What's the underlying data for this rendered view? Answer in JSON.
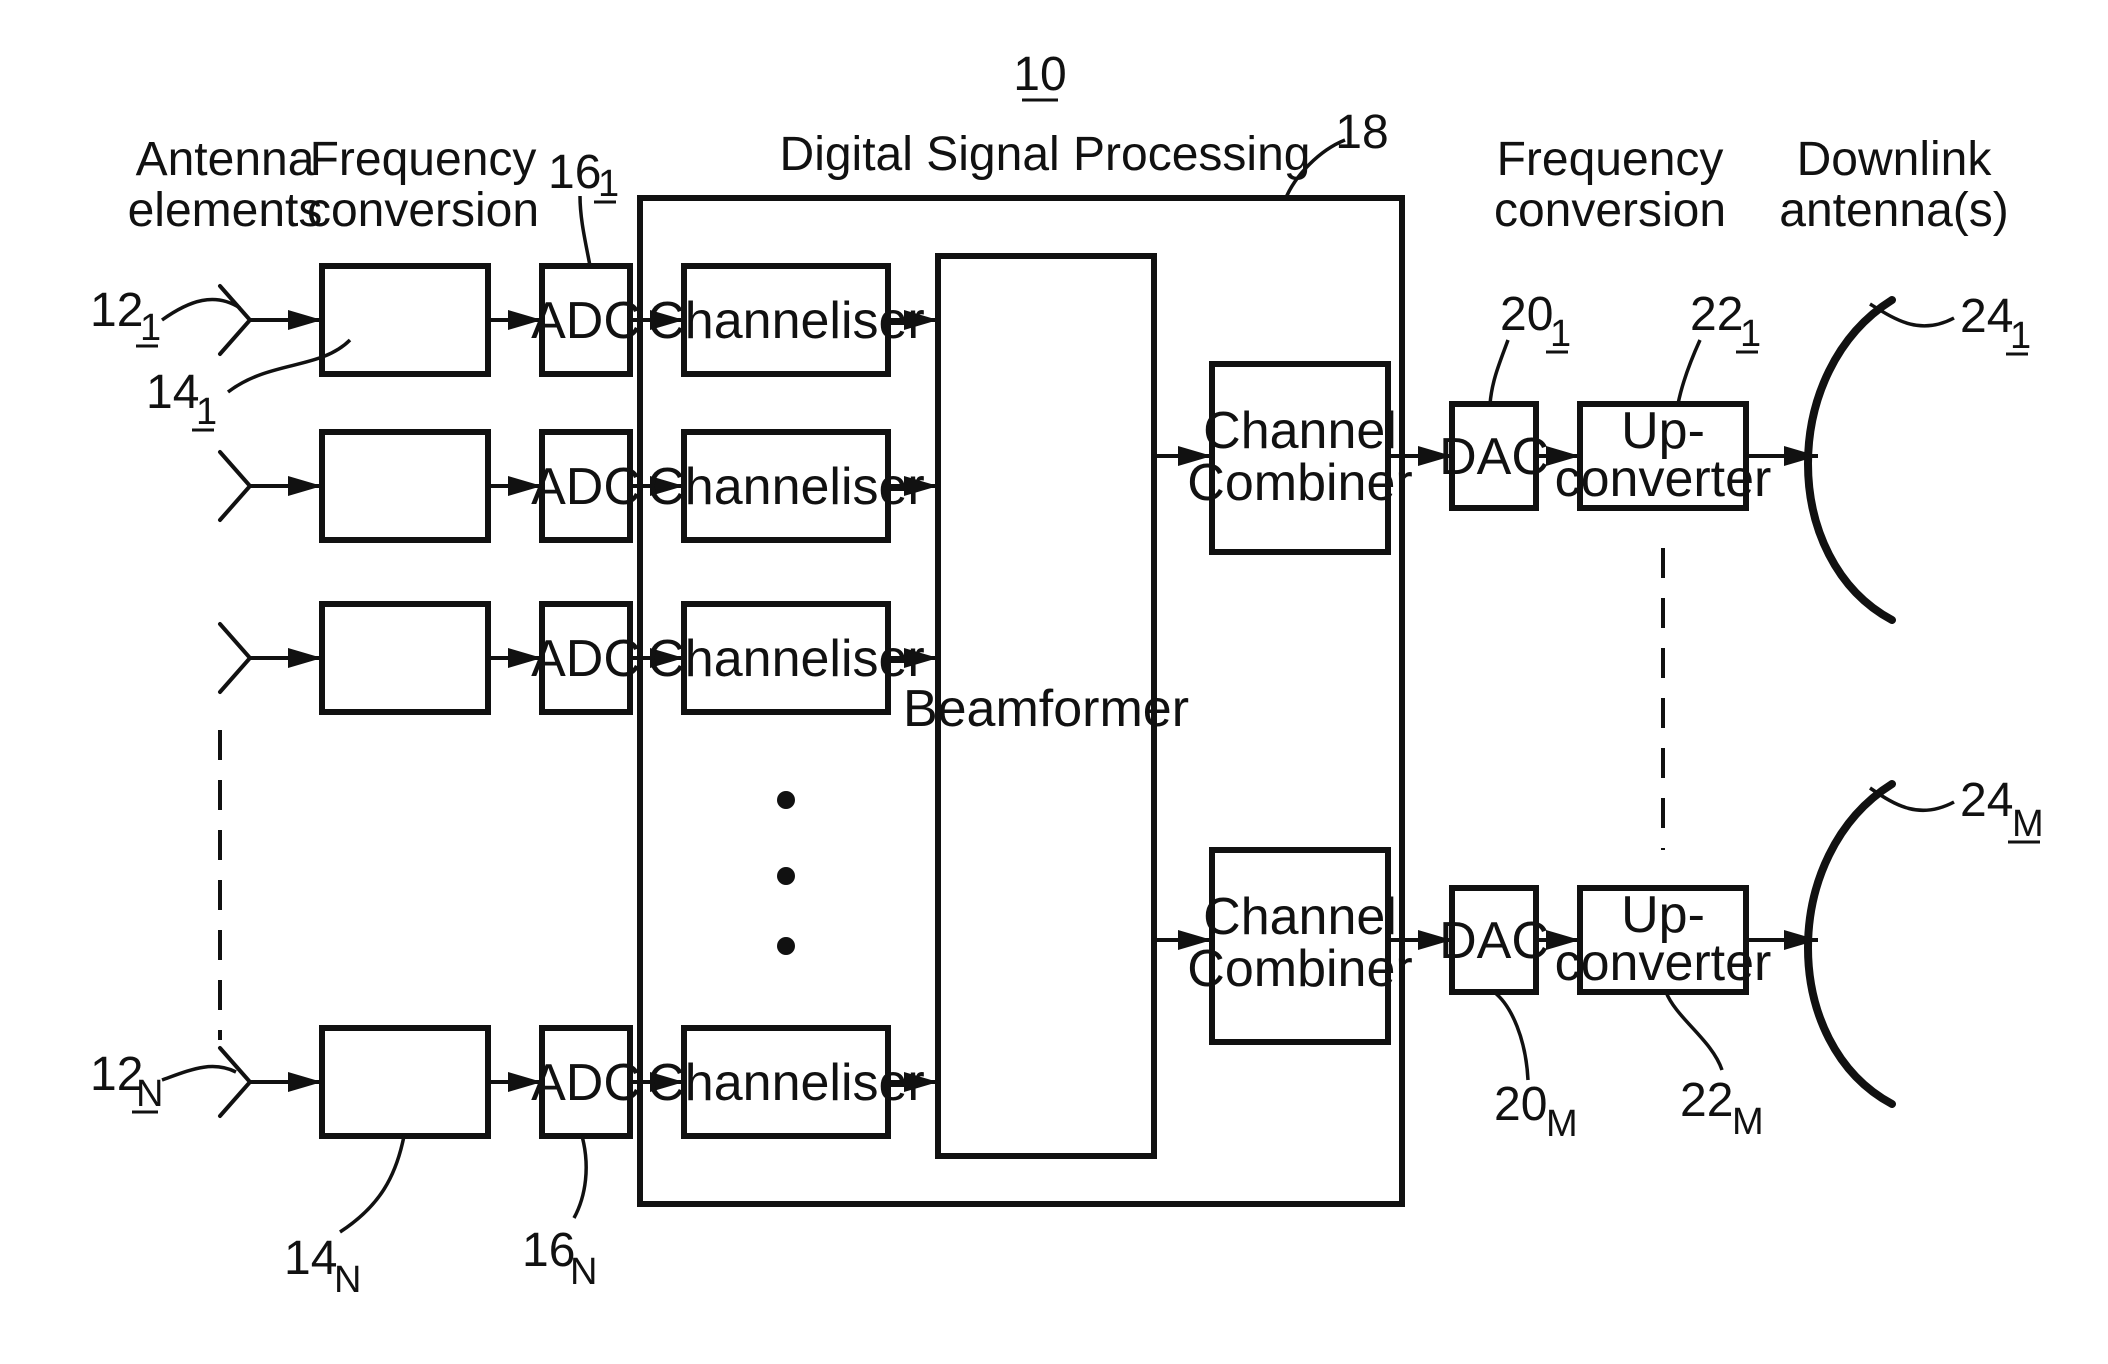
{
  "figure": {
    "ref_main": "10",
    "ref_dsp": "18",
    "dsp_title": "Digital Signal Processing"
  },
  "headers": {
    "antenna_line1": "Antenna",
    "antenna_line2": "elements",
    "freq_in_line1": "Frequency",
    "freq_in_line2": "conversion",
    "freq_out_line1": "Frequency",
    "freq_out_line2": "conversion",
    "downlink_line1": "Downlink",
    "downlink_line2": "antenna(s)"
  },
  "blocks": {
    "adc": "ADC",
    "channeliser": "Channeliser",
    "beamformer": "Beamformer",
    "combiner_line1": "Channel",
    "combiner_line2": "Combiner",
    "dac": "DAC",
    "upconv_line1": "Up-",
    "upconv_line2": "converter"
  },
  "refs": {
    "antenna_first": {
      "num": "12",
      "sub": "1"
    },
    "antenna_last": {
      "num": "12",
      "sub": "N"
    },
    "freqconv_first": {
      "num": "14",
      "sub": "1"
    },
    "freqconv_last": {
      "num": "14",
      "sub": "N"
    },
    "adc_first": {
      "num": "16",
      "sub": "1"
    },
    "adc_last": {
      "num": "16",
      "sub": "N"
    },
    "dac_first": {
      "num": "20",
      "sub": "1"
    },
    "dac_last": {
      "num": "20",
      "sub": "M"
    },
    "upconv_first": {
      "num": "22",
      "sub": "1"
    },
    "upconv_last": {
      "num": "22",
      "sub": "M"
    },
    "downlink_first": {
      "num": "24",
      "sub": "1"
    },
    "downlink_last": {
      "num": "24",
      "sub": "M"
    }
  }
}
